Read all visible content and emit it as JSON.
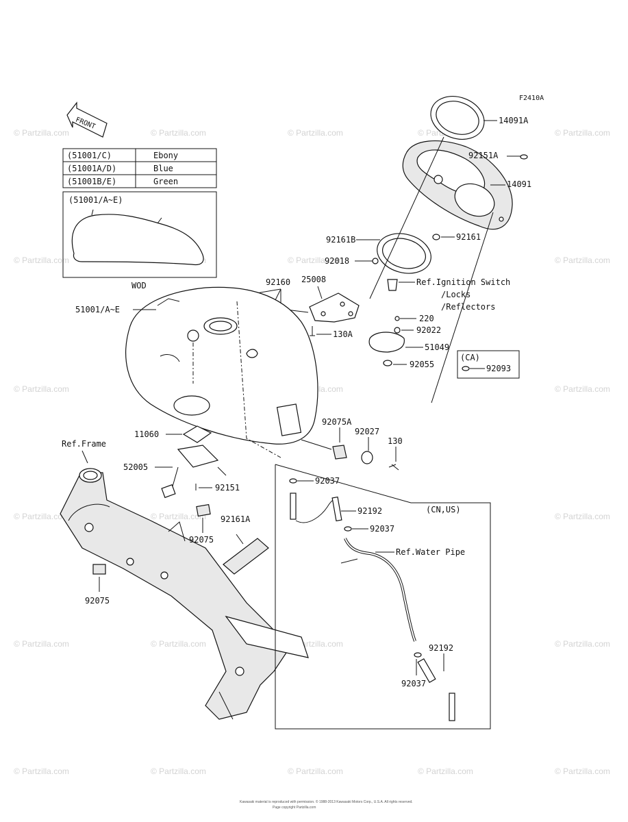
{
  "figure_code": "F2410A",
  "front_label": "FRONT",
  "color_table": [
    {
      "code": "(51001/C)",
      "color": "Ebony"
    },
    {
      "code": "(51001A/D)",
      "color": "Blue"
    },
    {
      "code": "(51001B/E)",
      "color": "Green"
    }
  ],
  "inset": {
    "title": "(51001/A~E)",
    "caption": "WOD"
  },
  "variant_boxes": {
    "ca": "(CA)",
    "cn_us": "(CN,US)"
  },
  "watermark": "© Partzilla.com",
  "labels": {
    "p14091A": "14091A",
    "p92151A": "92151A",
    "p14091": "14091",
    "p92161": "92161",
    "p92161B": "92161B",
    "p92018": "92018",
    "ref_ignition": "Ref.Ignition Switch",
    "ref_locks": "/Locks",
    "ref_reflectors": "/Reflectors",
    "p92160": "92160",
    "p25008": "25008",
    "p51001": "51001/A~E",
    "p220": "220",
    "p92022": "92022",
    "p130A": "130A",
    "p51049": "51049",
    "p92055": "92055",
    "p92093": "92093",
    "p92075A": "92075A",
    "p92027": "92027",
    "p130": "130",
    "p11060": "11060",
    "ref_frame": "Ref.Frame",
    "p52005": "52005",
    "p92151": "92151",
    "p92037a": "92037",
    "p92192a": "92192",
    "p92037b": "92037",
    "ref_water_pipe": "Ref.Water Pipe",
    "p92161A": "92161A",
    "p92075a": "92075",
    "p92075b": "92075",
    "p92192b": "92192",
    "p92037c": "92037"
  },
  "copyright_line1": "Kawasaki material is reproduced with permission. © 1988-2013 Kawasaki Motors Corp., U.S.A. All rights reserved.",
  "copyright_line2": "Page copyright Partzilla.com"
}
